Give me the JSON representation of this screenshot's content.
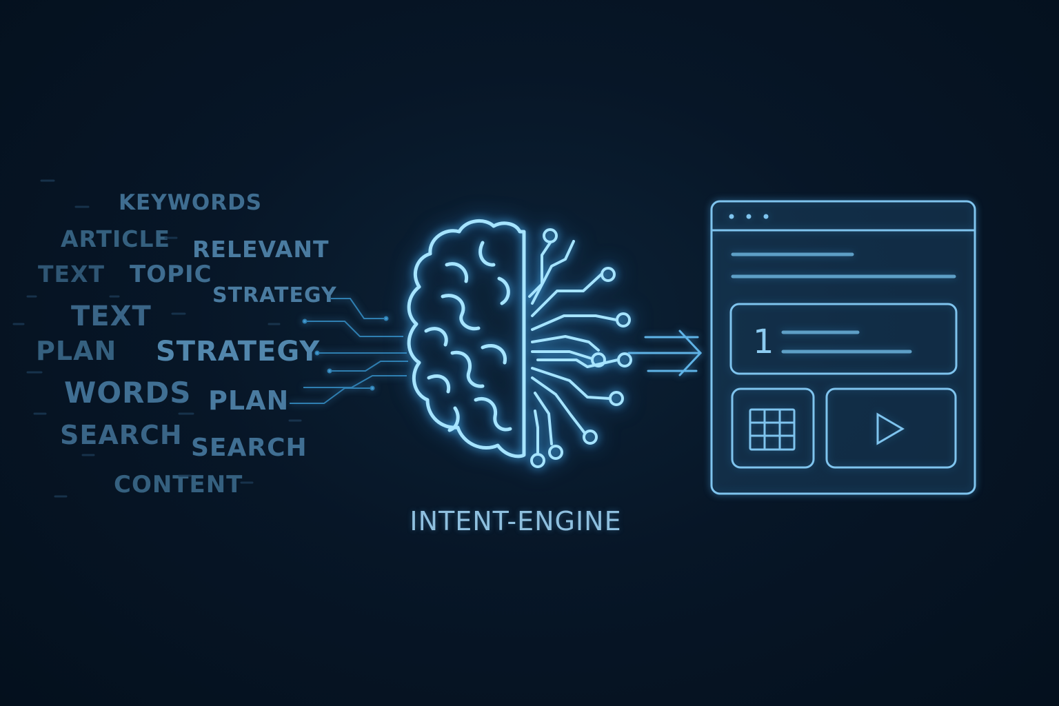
{
  "colors": {
    "background": "#061423",
    "word_color": "#3f6e91",
    "neon": "#8ad8ff",
    "window_stroke": "#7fc4ee"
  },
  "words": [
    {
      "text": "KEYWORDS",
      "size": 31
    },
    {
      "text": "ARTICLE",
      "size": 33
    },
    {
      "text": "RELEVANT",
      "size": 33
    },
    {
      "text": "TEXT",
      "size": 33
    },
    {
      "text": "TOPIC",
      "size": 34
    },
    {
      "text": "STRATEGY",
      "size": 30
    },
    {
      "text": "TEXT",
      "size": 40
    },
    {
      "text": "PLAN",
      "size": 38
    },
    {
      "text": "STRATEGY",
      "size": 40
    },
    {
      "text": "WORDS",
      "size": 42
    },
    {
      "text": "PLAN",
      "size": 38
    },
    {
      "text": "SEARCH",
      "size": 38
    },
    {
      "text": "SEARCH",
      "size": 36
    },
    {
      "text": "CONTENT",
      "size": 34
    }
  ],
  "engine_label": "INTENT-ENGINE",
  "brain_icon": "brain-circuit-icon",
  "arrow_icon": "arrow-right-icon",
  "output_window": {
    "list_item_number": "1",
    "grid_icon": "table-grid-icon",
    "video_icon": "play-icon"
  }
}
